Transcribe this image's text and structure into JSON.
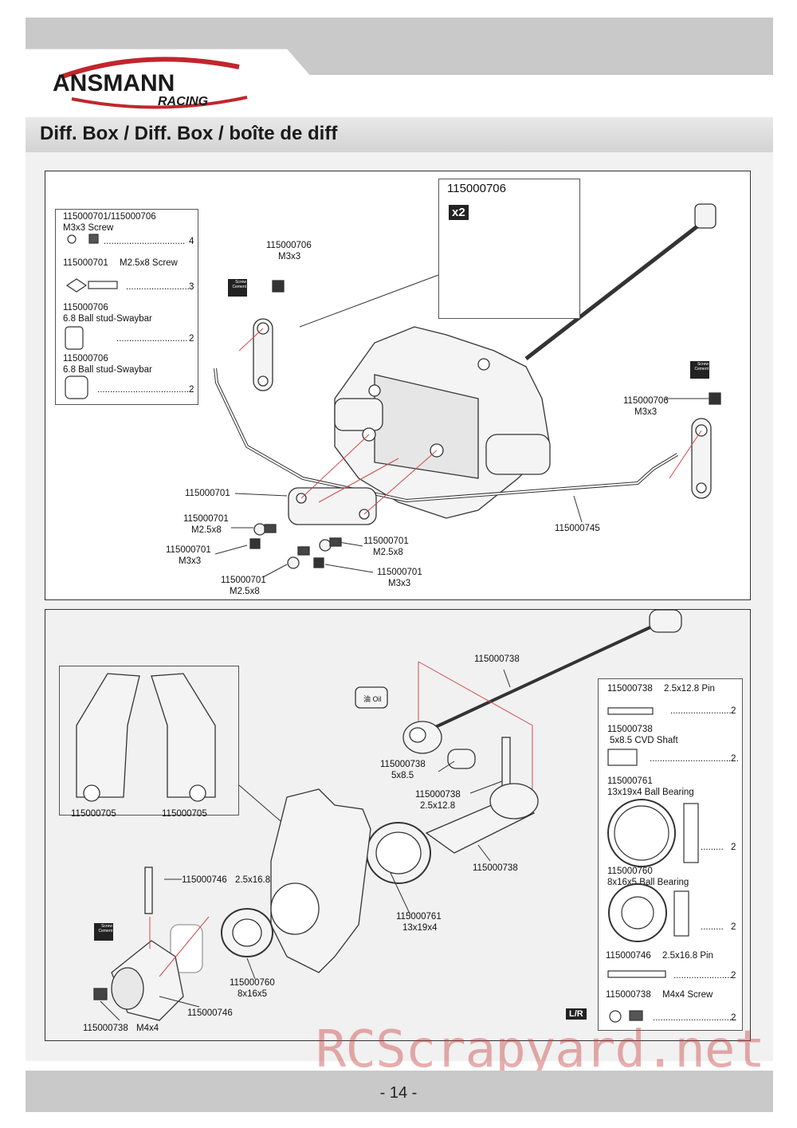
{
  "header": {
    "brand": "ANSMANN",
    "brand_sub": "RACING",
    "title": "Diff. Box / Diff. Box / boîte de diff"
  },
  "top_panel": {
    "parts_list": [
      {
        "name": "115000701/115000706",
        "desc": "M3x3 Screw",
        "qty": "4"
      },
      {
        "name": "115000701",
        "desc": "M2.5x8 Screw",
        "qty": "3"
      },
      {
        "name": "115000706",
        "desc": "6.8 Ball stud-Swaybar",
        "qty": "2"
      },
      {
        "name": "115000706",
        "desc": "6.8 Ball stud-Swaybar",
        "qty": "2"
      }
    ],
    "inset_part": "115000706",
    "inset_qty": "x2",
    "glue_label": "Screw Cement",
    "callouts": [
      {
        "part": "115000706",
        "desc": "M3x3"
      },
      {
        "part": "115000706",
        "desc": "M3x3"
      },
      {
        "part": "115000701",
        "desc": ""
      },
      {
        "part": "115000701",
        "desc": "M2.5x8"
      },
      {
        "part": "115000701",
        "desc": "M3x3"
      },
      {
        "part": "115000701",
        "desc": "M2.5x8"
      },
      {
        "part": "115000701",
        "desc": "M2.5x8"
      },
      {
        "part": "115000701",
        "desc": "M3x3"
      },
      {
        "part": "115000745",
        "desc": ""
      }
    ]
  },
  "bottom_panel": {
    "inset_labels": [
      "115000705",
      "115000705"
    ],
    "callouts": [
      {
        "part": "115000738",
        "desc": ""
      },
      {
        "part": "115000738",
        "desc": "5x8.5"
      },
      {
        "part": "115000738",
        "desc": "2.5x12.8"
      },
      {
        "part": "115000738",
        "desc": ""
      },
      {
        "part": "115000746",
        "desc": "2.5x16.8"
      },
      {
        "part": "115000761",
        "desc": "13x19x4"
      },
      {
        "part": "115000760",
        "desc": "8x16x5"
      },
      {
        "part": "115000746",
        "desc": ""
      },
      {
        "part": "115000738",
        "desc": "M4x4"
      }
    ],
    "oil_label": "油 Oil",
    "lr_mark": "L/R",
    "parts_list": [
      {
        "name": "115000738",
        "desc": "2.5x12.8 Pin",
        "qty": "2"
      },
      {
        "name": "115000738",
        "desc": "5x8.5 CVD Shaft",
        "qty": "2"
      },
      {
        "name": "115000761",
        "desc": "13x19x4 Ball Bearing",
        "qty": "2"
      },
      {
        "name": "115000760",
        "desc": "8x16x5 Ball Bearing",
        "qty": "2"
      },
      {
        "name": "115000746",
        "desc": "2.5x16.8 Pin",
        "qty": "2"
      },
      {
        "name": "115000738",
        "desc": "M4x4 Screw",
        "qty": "2"
      }
    ]
  },
  "footer": {
    "page_number": "- 14 -",
    "watermark": "RCScrapyard.net"
  }
}
